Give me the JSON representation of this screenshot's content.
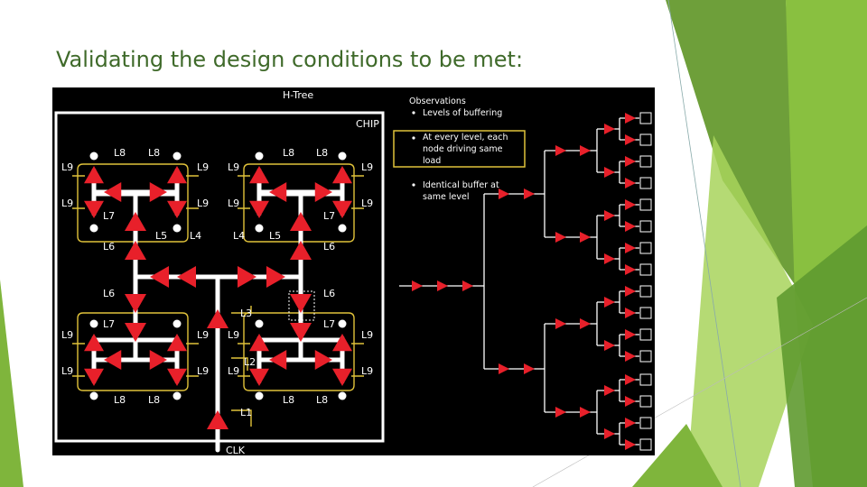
{
  "slide": {
    "title": "Validating the design conditions to be met:"
  },
  "htree": {
    "title": "H-Tree",
    "chip_label": "CHIP",
    "clk_label": "CLK",
    "level_labels": {
      "l1": "L1",
      "l2": "L2",
      "l3": "L3",
      "l4": "L4",
      "l5": "L5",
      "l6": "L6",
      "l7": "L7",
      "l8": "L8",
      "l9": "L9"
    }
  },
  "observations": {
    "heading": "Observations",
    "items": [
      [
        "Levels of buffering"
      ],
      [
        "At every level, each",
        "node driving same",
        "load"
      ],
      [
        "Identical buffer at",
        "same level"
      ]
    ],
    "highlighted_index": 1
  },
  "colors": {
    "title": "#3f6a2a",
    "buffer": "#e8202a",
    "wire": "#ffffff",
    "trace": "#e0c23a",
    "green_dark": "#5d8f2f",
    "green_mid": "#7fb53c",
    "green_light": "#a9d15a"
  }
}
